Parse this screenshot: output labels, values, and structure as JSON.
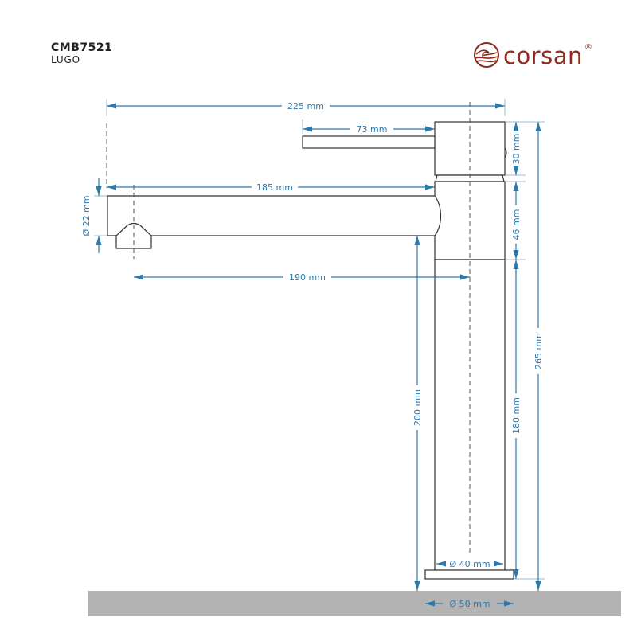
{
  "header": {
    "model_code": "CMB7521",
    "model_name": "LUGO"
  },
  "brand": {
    "name": "corsan",
    "registered_mark": "®",
    "logo_icon": "wave-circle-icon",
    "color": "#8e2a1e"
  },
  "colors": {
    "dimension": "#2a7ab0",
    "outline": "#333333",
    "floor": "#b3b3b3"
  },
  "dimensions": {
    "total_width": "225 mm",
    "handle_length": "73 mm",
    "spout_length": "185 mm",
    "spout_reach": "190 mm",
    "spout_diameter": "Ø 22 mm",
    "top_body_height": "30 mm",
    "spout_body_height": "46 mm",
    "lower_body_height": "180 mm",
    "spout_height": "200 mm",
    "total_height": "265 mm",
    "body_diameter": "Ø 40 mm",
    "base_diameter": "Ø 50 mm"
  }
}
